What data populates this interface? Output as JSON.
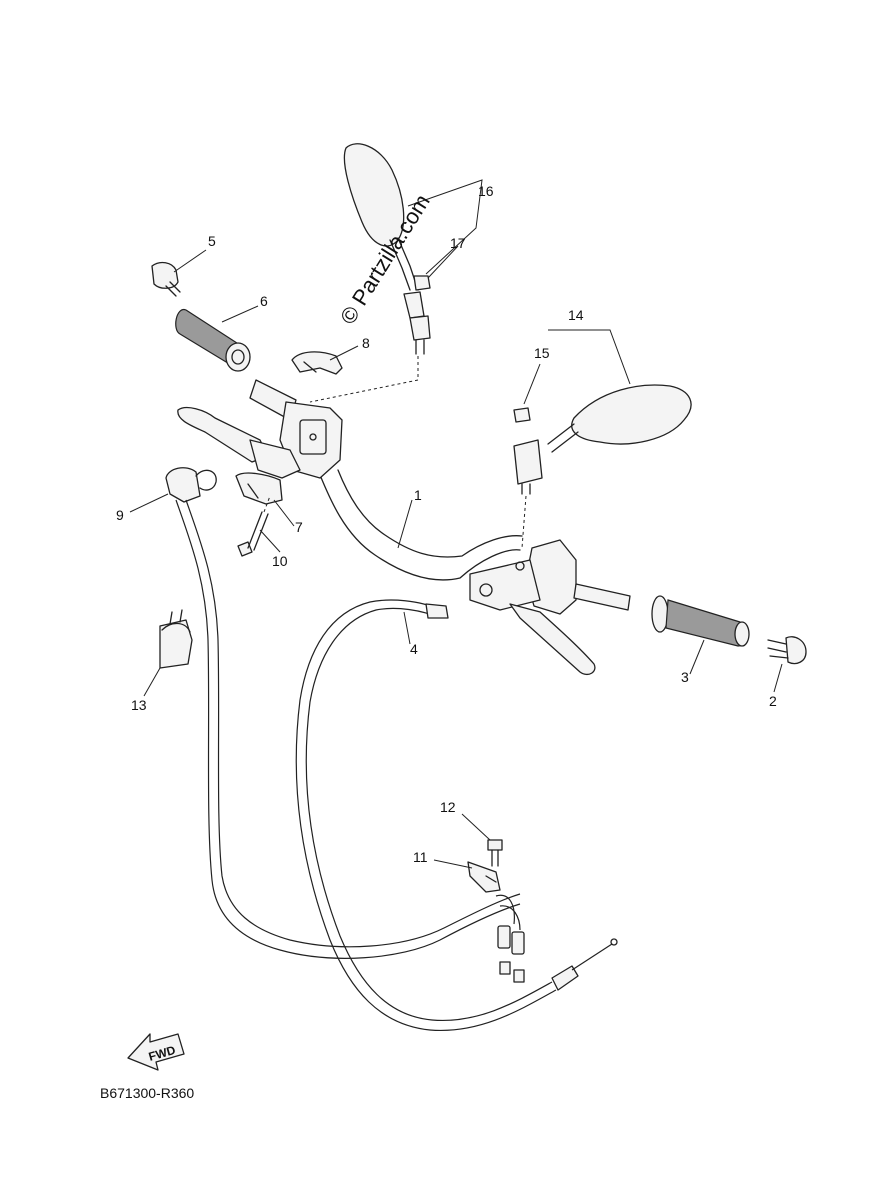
{
  "watermark": "© Partzilla.com",
  "diagram_code": "B671300-R360",
  "fwd_label": "FWD",
  "callouts": {
    "c1": "1",
    "c2": "2",
    "c3": "3",
    "c4": "4",
    "c5": "5",
    "c6": "6",
    "c7": "7",
    "c8": "8",
    "c9": "9",
    "c10": "10",
    "c11": "11",
    "c12": "12",
    "c13": "13",
    "c14": "14",
    "c15": "15",
    "c16": "16",
    "c17": "17"
  }
}
